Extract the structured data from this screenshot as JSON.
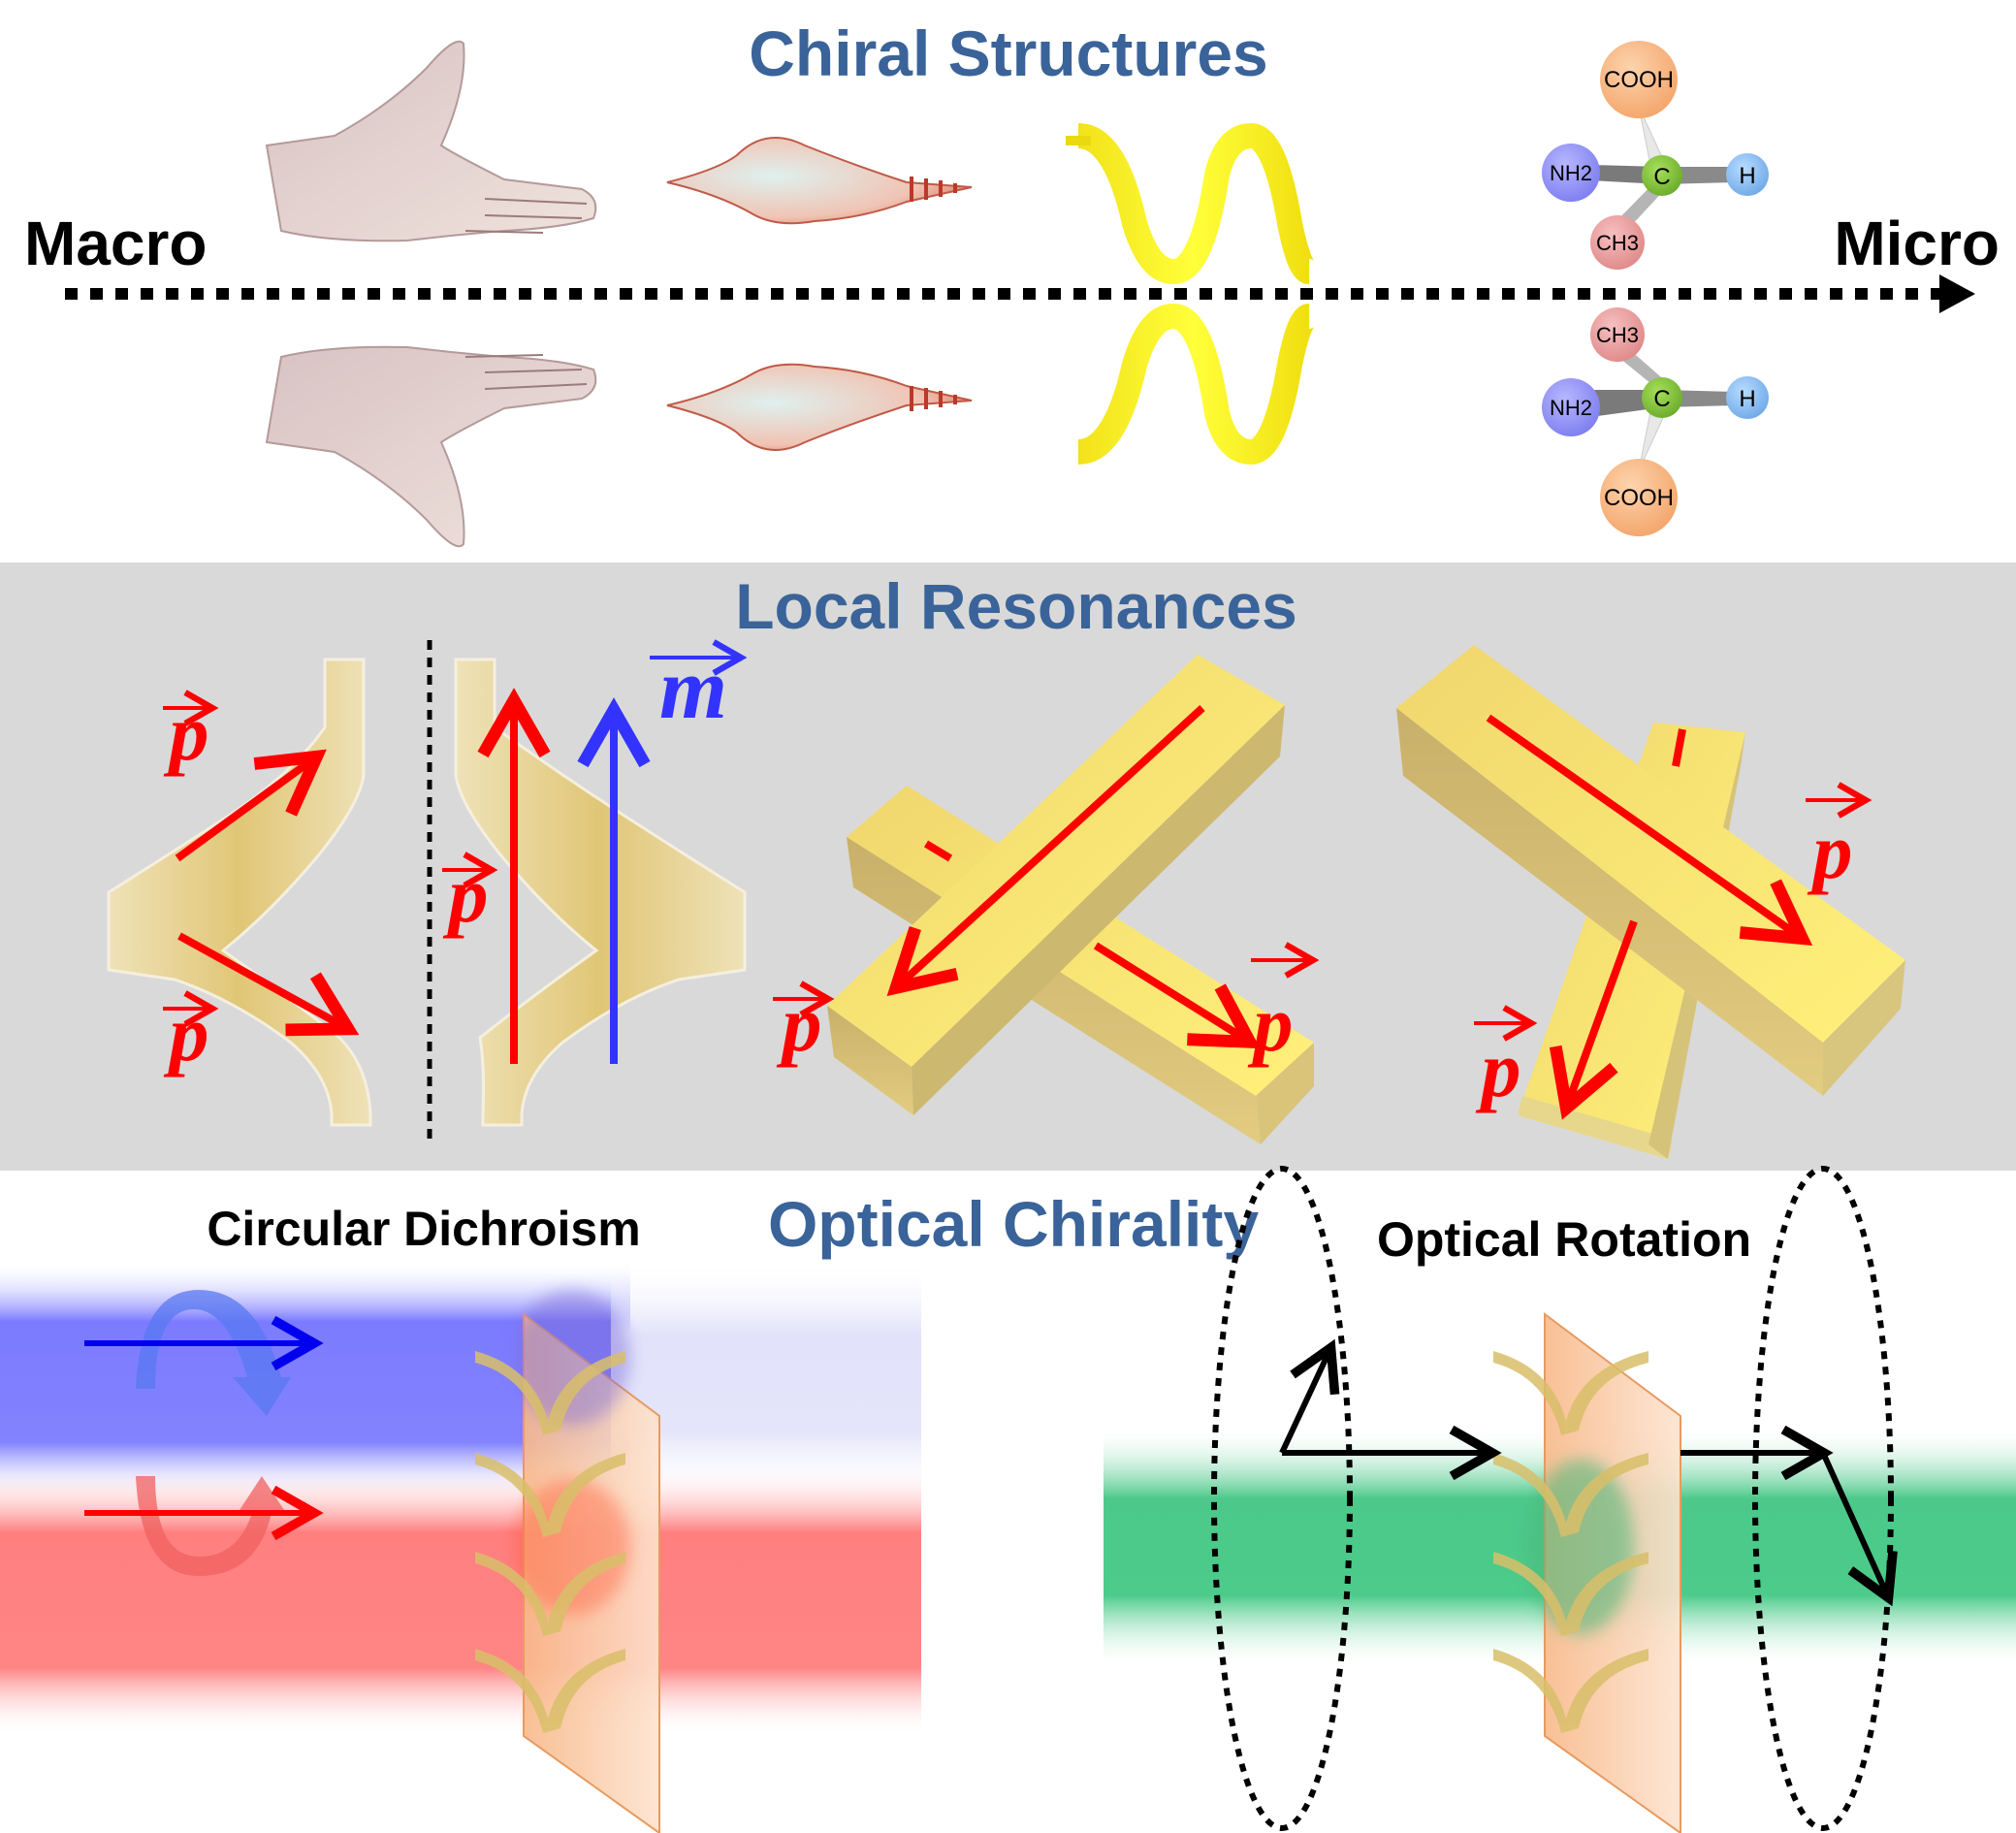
{
  "sections": {
    "chiral_structures": {
      "title": "Chiral Structures",
      "scale_left": "Macro",
      "scale_right": "Micro",
      "items": [
        "hand",
        "seashell",
        "helix",
        "amino-acid-molecule"
      ],
      "molecule_top": {
        "top": "COOH",
        "left": "NH2",
        "center": "C",
        "right": "H",
        "bottom": "CH3"
      },
      "molecule_bottom": {
        "top": "CH3",
        "left": "NH2",
        "center": "C",
        "right": "H",
        "bottom": "COOH"
      }
    },
    "local_resonances": {
      "title": "Local Resonances",
      "electric_dipole_label": "p",
      "magnetic_dipole_label": "m"
    },
    "optical_chirality": {
      "title": "Optical Chirality",
      "circular_dichroism": "Circular Dichroism",
      "optical_rotation": "Optical Rotation"
    }
  },
  "colors": {
    "title": "#3a6399",
    "band_gray": "#d9d9d9",
    "gold": "#e6c866",
    "electric": "#ff0000",
    "magnetic": "#3333ff",
    "lcp_beam": "#7b7bff",
    "rcp_beam": "#ff7f7f",
    "green_beam": "#4cc98a",
    "plate": "#f8b98a"
  }
}
